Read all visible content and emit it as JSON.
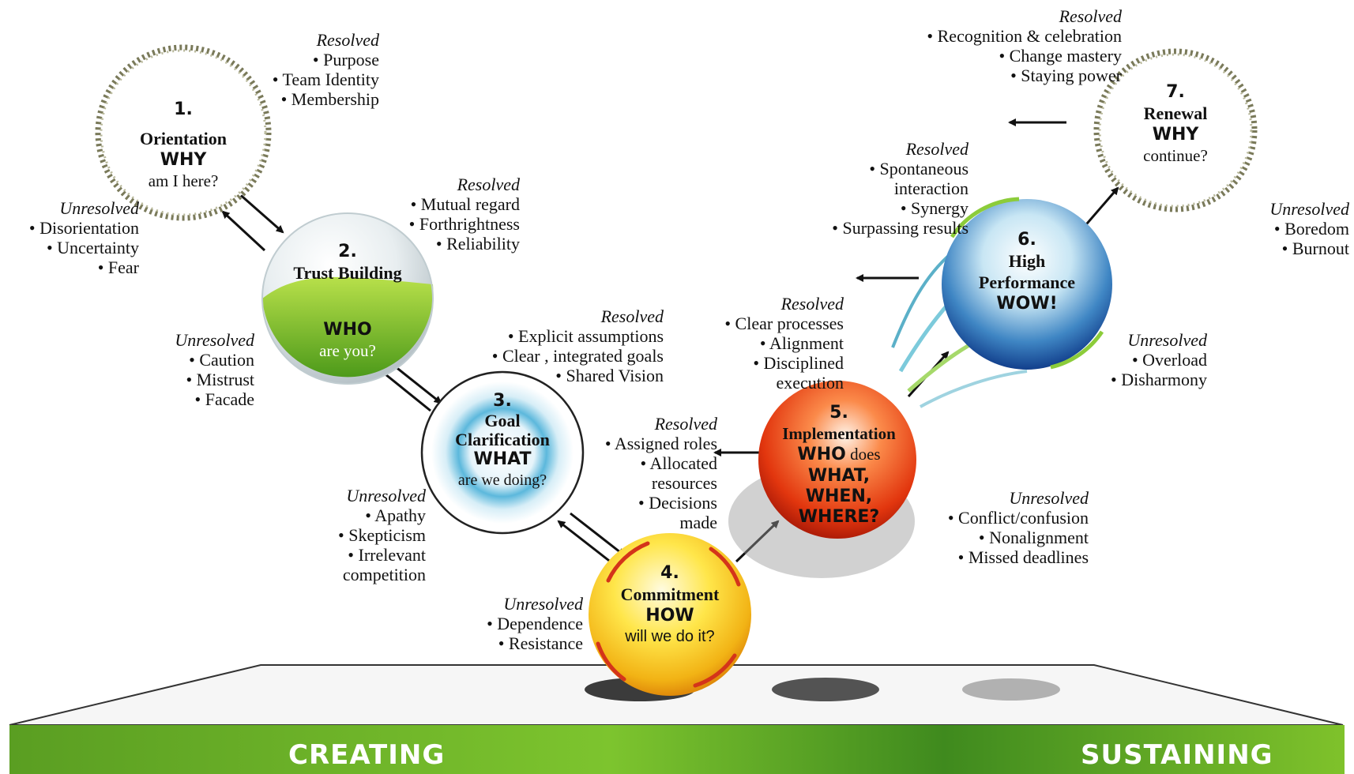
{
  "stages": [
    {
      "number": "1.",
      "name": "Orientation",
      "keyword": "WHY",
      "question": "am I here?"
    },
    {
      "number": "2.",
      "name": "Trust Building",
      "keyword": "WHO",
      "question": "are you?"
    },
    {
      "number": "3.",
      "name": "Goal Clarification",
      "keyword": "WHAT",
      "question": "are we doing?"
    },
    {
      "number": "4.",
      "name": "Commitment",
      "keyword": "HOW",
      "question": "will we do it?"
    },
    {
      "number": "5.",
      "name": "Implementation",
      "keyword_a": "WHO",
      "keyword_a_tail": " does",
      "keyword_b": "WHAT,",
      "keyword_c": "WHEN,",
      "keyword_d": "WHERE?"
    },
    {
      "number": "6.",
      "name_a": "High",
      "name_b": "Performance",
      "keyword": "WOW!"
    },
    {
      "number": "7.",
      "name": "Renewal",
      "keyword": "WHY",
      "question": "continue?"
    }
  ],
  "blocks": {
    "s1_resolved": {
      "heading": "Resolved",
      "items": [
        "• Purpose",
        "• Team Identity",
        "• Membership"
      ]
    },
    "s1_unresolved": {
      "heading": "Unresolved",
      "items": [
        "• Disorientation",
        "• Uncertainty",
        "• Fear"
      ]
    },
    "s2_resolved": {
      "heading": "Resolved",
      "items": [
        "• Mutual regard",
        "• Forthrightness",
        "• Reliability"
      ]
    },
    "s2_unresolved": {
      "heading": "Unresolved",
      "items": [
        "• Caution",
        "• Mistrust",
        "• Facade"
      ]
    },
    "s3_resolved": {
      "heading": "Resolved",
      "items": [
        "• Explicit assumptions",
        "• Clear , integrated goals",
        "• Shared Vision"
      ]
    },
    "s3_unresolved": {
      "heading": "Unresolved",
      "items": [
        "• Apathy",
        "• Skepticism",
        "• Irrelevant",
        "competition"
      ]
    },
    "s4_resolved": {
      "heading": "Resolved",
      "items": [
        "• Assigned roles",
        "• Allocated",
        "resources",
        "• Decisions",
        "made"
      ]
    },
    "s4_unresolved": {
      "heading": "Unresolved",
      "items": [
        "• Dependence",
        "• Resistance"
      ]
    },
    "s5_resolved": {
      "heading": "Resolved",
      "items": [
        "• Clear processes",
        "• Alignment",
        "• Disciplined",
        "execution"
      ]
    },
    "s5_unresolved": {
      "heading": "Unresolved",
      "items": [
        "• Conflict/confusion",
        "• Nonalignment",
        "• Missed deadlines"
      ]
    },
    "s6_resolved": {
      "heading": "Resolved",
      "items": [
        "• Spontaneous",
        "interaction",
        "• Synergy",
        "• Surpassing results"
      ]
    },
    "s6_unresolved": {
      "heading": "Unresolved",
      "items": [
        "• Overload",
        "• Disharmony"
      ]
    },
    "s7_resolved": {
      "heading": "Resolved",
      "items": [
        "• Recognition & celebration",
        "• Change mastery",
        "• Staying power"
      ]
    },
    "s7_unresolved": {
      "heading": "Unresolved",
      "items": [
        "• Boredom",
        "• Burnout"
      ]
    }
  },
  "bar": {
    "left_label": "CREATING",
    "right_label": "SUSTAINING"
  },
  "colors": {
    "green": "#7cbf2a",
    "blue": "#4fb3d9",
    "orange": "#e8461e",
    "yellow": "#f7d21a",
    "navy": "#1d4f9c"
  }
}
